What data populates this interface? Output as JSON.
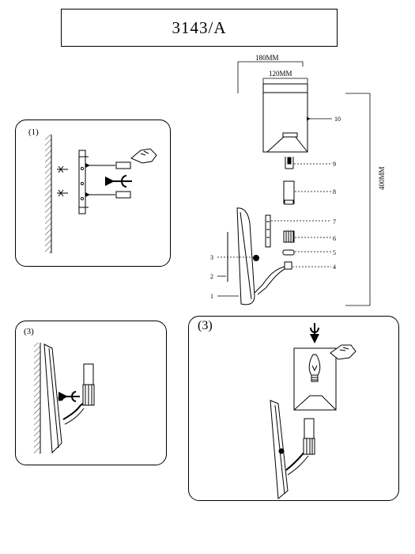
{
  "title": "3143/A",
  "dimensions": {
    "width_outer": "180MM",
    "width_inner": "120MM",
    "height": "400MM"
  },
  "panels": {
    "step1_label": "(1)",
    "step3_small_label": "(3)",
    "step3_large_label": "(3)"
  },
  "parts": [
    {
      "number": "1"
    },
    {
      "number": "2"
    },
    {
      "number": "3"
    },
    {
      "number": "4"
    },
    {
      "number": "5"
    },
    {
      "number": "6"
    },
    {
      "number": "7"
    },
    {
      "number": "8"
    },
    {
      "number": "9"
    },
    {
      "number": "10"
    }
  ]
}
